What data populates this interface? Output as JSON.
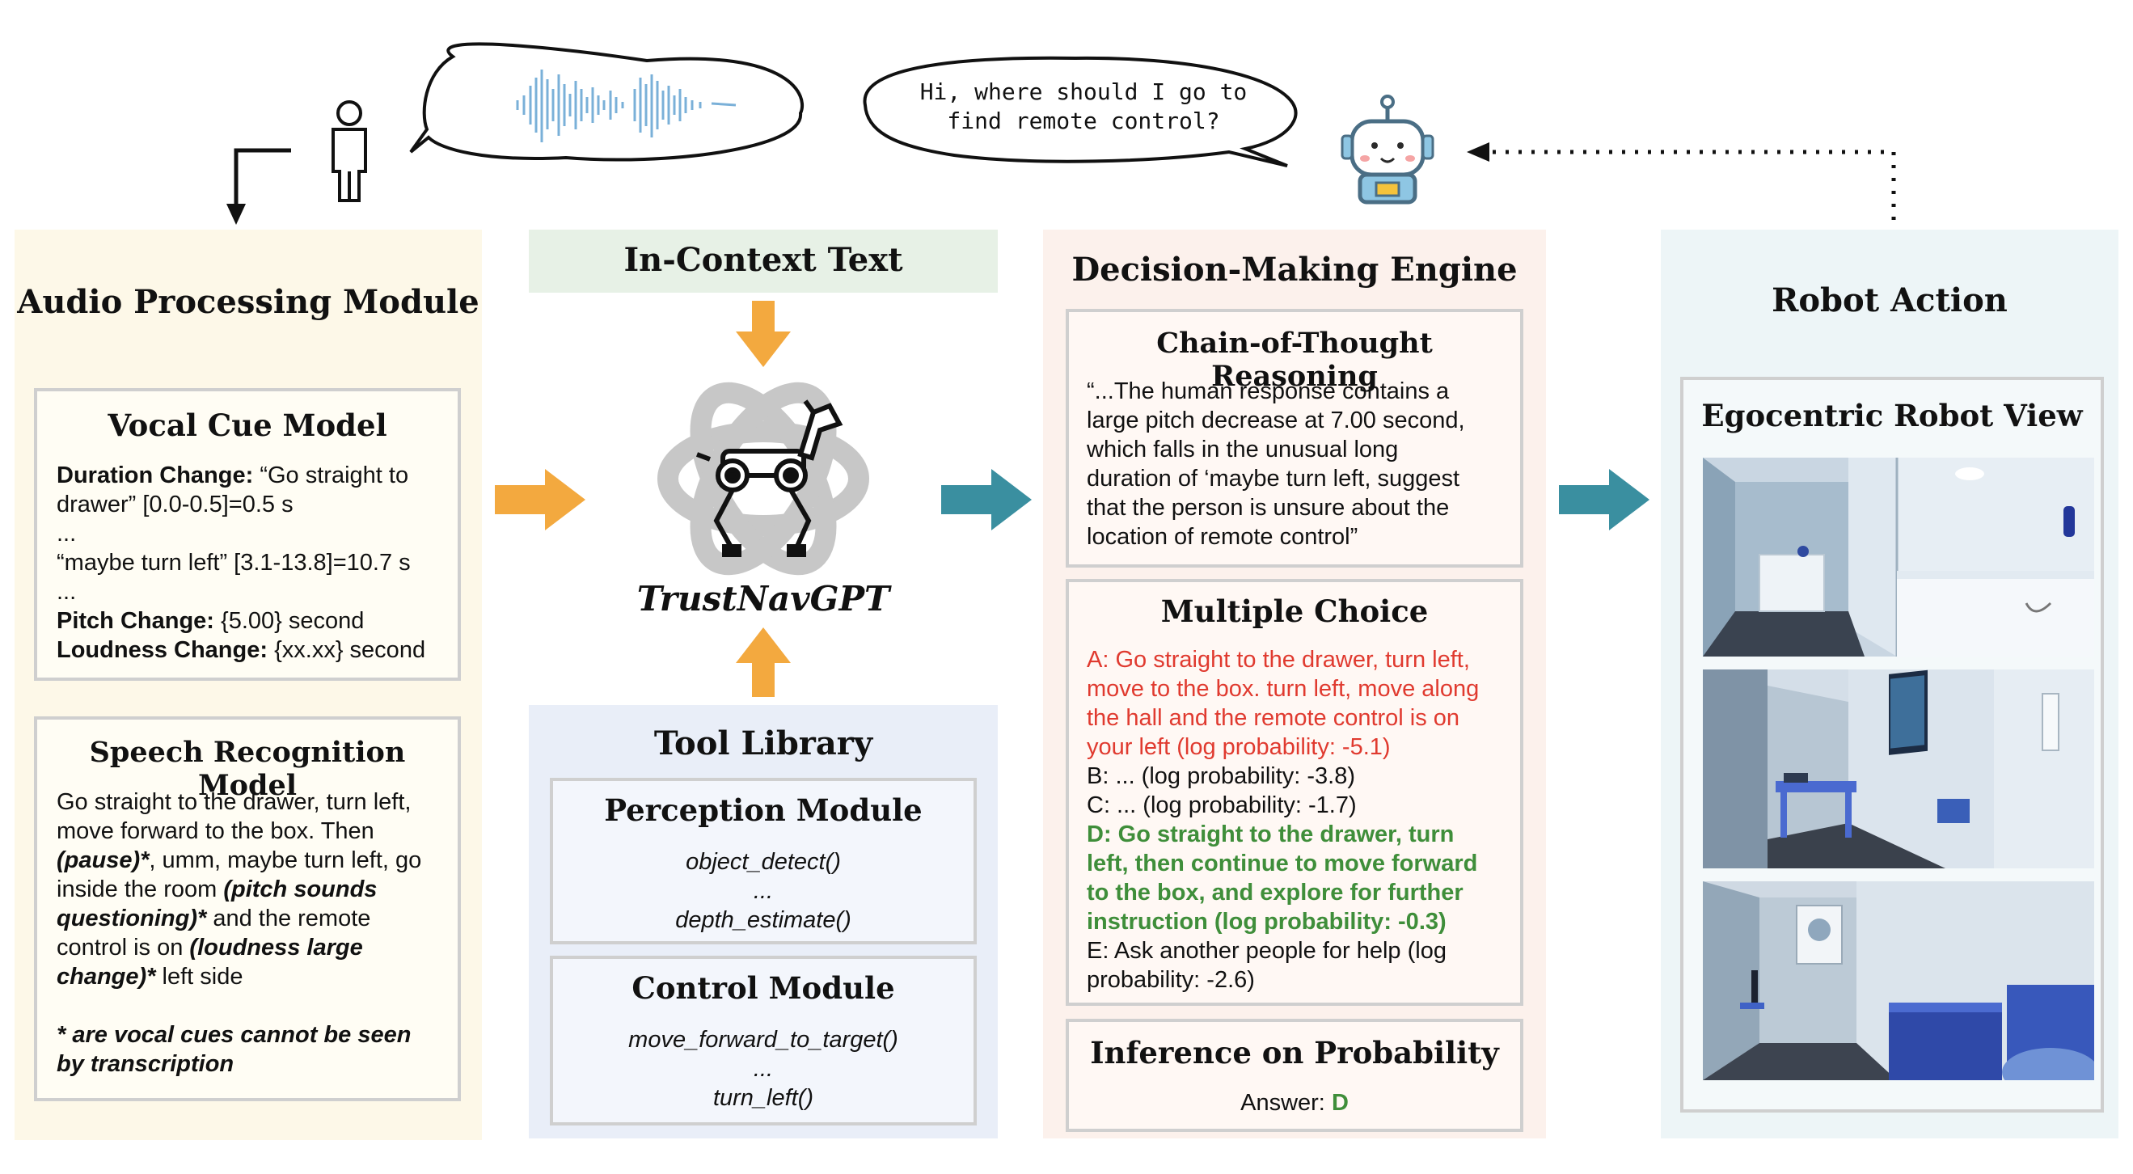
{
  "dialogue": {
    "human_speech": "audio waveform",
    "robot_question_line1": "Hi, where should I go to",
    "robot_question_line2": "find remote control?"
  },
  "audio_module": {
    "title": "Audio Processing Module",
    "vocal_cue": {
      "title": "Vocal Cue Model",
      "duration_label": "Duration Change:",
      "duration_text": " “Go straight to",
      "line2": "drawer” [0.0-0.5]=0.5 s",
      "line3": "...",
      "line4": "“maybe turn left” [3.1-13.8]=10.7 s",
      "line5": "...",
      "pitch_label": "Pitch Change:",
      "pitch_text": " {5.00} second",
      "loudness_label": "Loudness Change:",
      "loudness_text": " {xx.xx} second"
    },
    "speech": {
      "title": "Speech Recognition Model",
      "l1": "Go straight to the drawer, turn left,",
      "l2": "move forward to the box. Then",
      "l3a": "(pause)*",
      "l3b": ", umm, maybe turn left, go",
      "l4a": "inside the room ",
      "l4b": "(pitch sounds",
      "l5a": "questioning)*",
      "l5b": " and the remote",
      "l6a": "control is on ",
      "l6b": "(loudness large",
      "l7a": "change)*",
      "l7b": " left side",
      "note1": "* are vocal cues cannot be seen",
      "note2": "by transcription"
    }
  },
  "center": {
    "in_context": "In-Context Text",
    "model_name": "TrustNavGPT",
    "tool_library": "Tool Library",
    "perception_title": "Perception Module",
    "perception_f1": "object_detect()",
    "perception_dots": "...",
    "perception_f2": "depth_estimate()",
    "control_title": "Control Module",
    "control_f1": "move_forward_to_target()",
    "control_dots": "...",
    "control_f2": "turn_left()"
  },
  "decision": {
    "title": "Decision-Making Engine",
    "cot_title": "Chain-of-Thought Reasoning",
    "cot_l1": "“...The human response contains a",
    "cot_l2": "large pitch decrease at 7.00 second,",
    "cot_l3": "which falls in the unusual long",
    "cot_l4": "duration of ‘maybe turn left, suggest",
    "cot_l5": "that the person is unsure about the",
    "cot_l6": "location of remote control”",
    "mc_title": "Multiple Choice",
    "a1": "A: Go straight to the drawer, turn left,",
    "a2": "move to the box. turn left, move along",
    "a3": "the hall and the remote control is on",
    "a4": "your left (log probability: -5.1)",
    "b": "B: ... (log probability: -3.8)",
    "c": "C: ... (log probability: -1.7)",
    "d1": "D: Go straight to the drawer, turn",
    "d2": "left, then continue to move forward",
    "d3": "to the box, and explore for further",
    "d4": "instruction (log probability: -0.3)",
    "e1": "E: Ask another people for help (log",
    "e2": "probability: -2.6)",
    "inf_title": "Inference on Probability",
    "answer_label": "Answer: ",
    "answer_value": "D"
  },
  "robot_action": {
    "title": "Robot Action",
    "view_title": "Egocentric Robot View"
  },
  "colors": {
    "audio_bg": "#fdf8e8",
    "center_top_bg": "#e7f1e6",
    "center_bottom_bg": "#e9eef8",
    "decision_bg": "#fcf1ec",
    "robot_bg": "#edf5f7",
    "orange_arrow": "#f3a93f",
    "teal_arrow": "#3a8fa0"
  }
}
